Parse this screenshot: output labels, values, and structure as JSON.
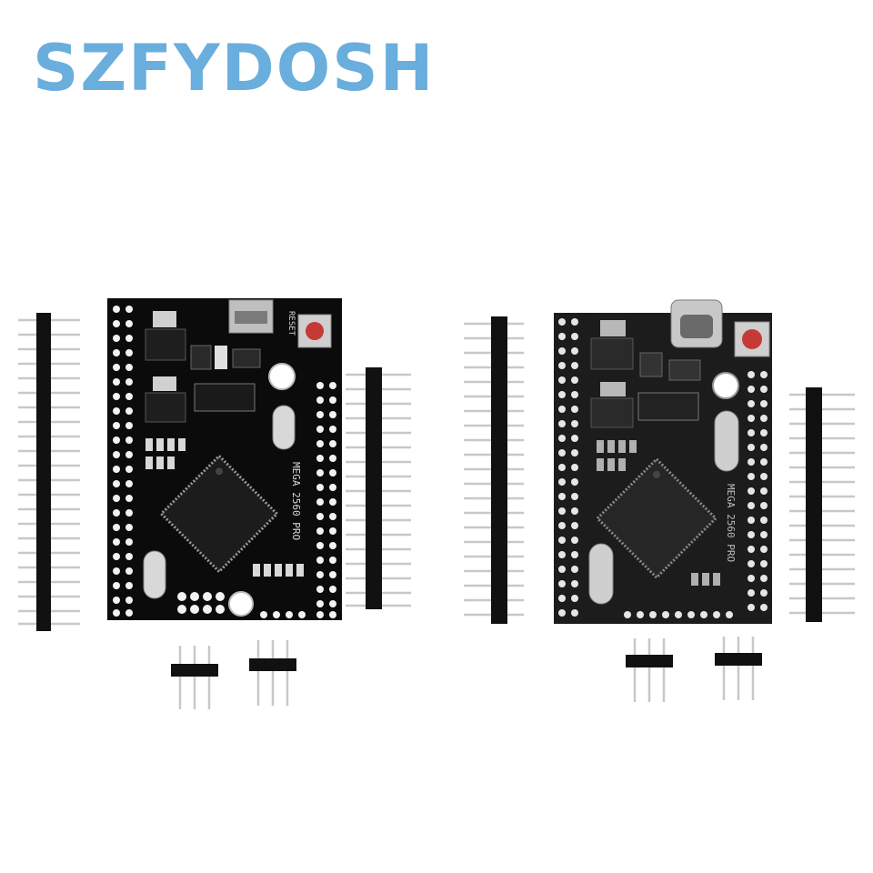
{
  "brand": {
    "text": "SZFYDOSH",
    "color": "#6aaedd"
  },
  "board_left": {
    "reset_label": "RESET",
    "model_label": "MEGA 2560 PRO"
  },
  "board_right": {
    "model_label": "MEGA 2560 PRO"
  },
  "colors": {
    "pcb_left": "#0b0b0b",
    "pcb_right": "#1c1c1c",
    "pad": "#f2f2f2",
    "button": "#c53a34",
    "header_plastic": "#111111",
    "pin_metal": "#c8c8c8"
  }
}
